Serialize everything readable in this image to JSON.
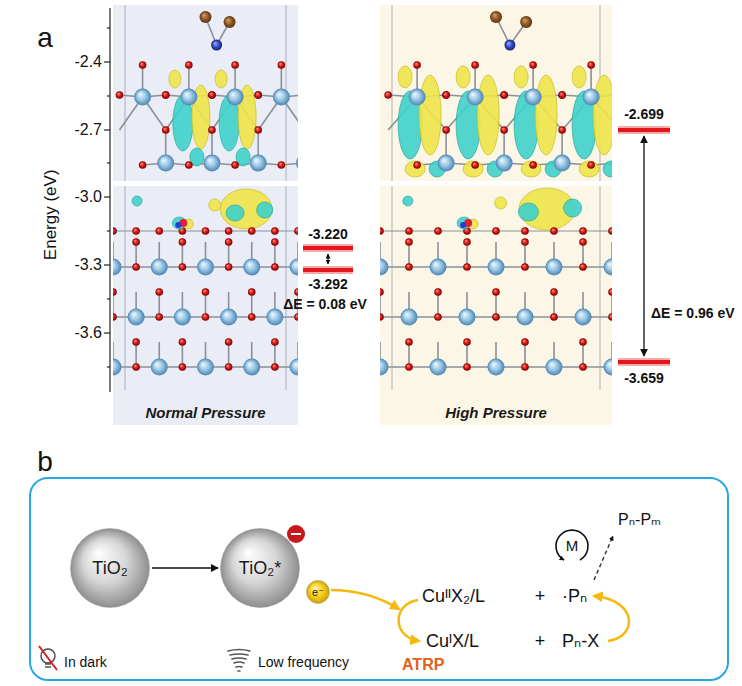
{
  "diagram": {
    "nodes": [
      {
        "text": [
          "Normal Pressure"
        ]
      },
      {
        "text": [
          "High Pressure"
        ]
      },
      {
        "text": [
          "TiO₂"
        ]
      },
      {
        "text": [
          "TiO₂*"
        ]
      },
      {
        "text": [
          "e⁻"
        ]
      }
    ],
    "edges": [
      {
        "from": 2,
        "to": 3,
        "arrow": "to"
      }
    ],
    "labels": [
      "a",
      "Energy (eV)",
      "-2.4",
      "-2.7",
      "-3.0",
      "-3.3",
      "-3.6",
      "-3.220",
      "-3.292",
      "ΔE = 0.08 eV",
      "-2.699",
      "-3.659",
      "ΔE = 0.96 eV",
      "b",
      "CuᴵᴵX₂/L",
      "+",
      "·Pₙ",
      "M",
      "Pₙ-Pₘ",
      "CuᴵX/L",
      "+",
      "Pₙ-X",
      "In dark",
      "Low frequency",
      "ATRP"
    ]
  }
}
